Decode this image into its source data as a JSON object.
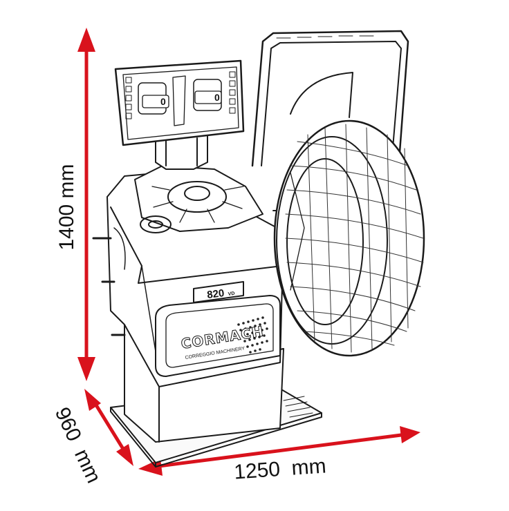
{
  "dimensions": {
    "height": "1400 mm",
    "depth": "960  mm",
    "width": "1250  mm"
  },
  "machine": {
    "model_badge": "820",
    "model_suffix": "VD",
    "brand": "CORMACH",
    "brand_sub": "CORREGGIO MACHINERY",
    "display_left_value": "0",
    "display_right_value": "0"
  },
  "colors": {
    "arrow": "#d9121c",
    "line": "#1a1a1a",
    "background": "#ffffff"
  }
}
